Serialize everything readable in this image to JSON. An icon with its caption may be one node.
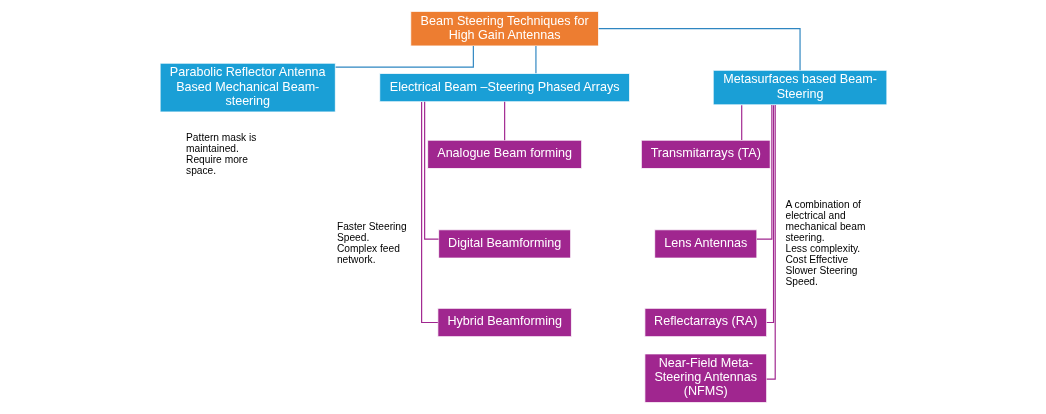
{
  "diagram": {
    "nodes": [
      {
        "text": [
          "Beam Steering Techniques for High Gain Antennas"
        ]
      },
      {
        "text": [
          "Parabolic Reflector Antenna Based Mechanical Beam-steering"
        ],
        "beside": [
          "Pattern mask is maintained.",
          "Require more space."
        ]
      },
      {
        "text": [
          "Electrical Beam –Steering Phased Arrays"
        ],
        "beside": [
          "Faster Steering Speed.",
          "Complex feed network."
        ]
      },
      {
        "text": [
          "Metasurfaces based Beam-Steering"
        ],
        "beside": [
          "A combination of electrical and mechanical beam steering.",
          "Less complexity.",
          "Cost Effective",
          "Slower Steering Speed."
        ]
      },
      {
        "text": [
          "Analogue Beam forming"
        ]
      },
      {
        "text": [
          "Digital Beamforming"
        ]
      },
      {
        "text": [
          "Hybrid Beamforming"
        ]
      },
      {
        "text": [
          "Transmitarrays (TA)"
        ]
      },
      {
        "text": [
          "Lens Antennas"
        ]
      },
      {
        "text": [
          "Reflectarrays (RA)"
        ]
      },
      {
        "text": [
          "Near-Field Meta-Steering Antennas (NFMS)"
        ]
      }
    ],
    "edges": [
      {
        "from": 0,
        "to": 1,
        "arrow": "none",
        "color": "#2e86c1"
      },
      {
        "from": 0,
        "to": 2,
        "arrow": "none",
        "color": "#2e86c1"
      },
      {
        "from": 0,
        "to": 3,
        "arrow": "none",
        "color": "#2e86c1"
      },
      {
        "from": 2,
        "to": 4,
        "arrow": "none"
      },
      {
        "from": 2,
        "to": 5,
        "arrow": "none"
      },
      {
        "from": 2,
        "to": 6,
        "arrow": "none"
      },
      {
        "from": 3,
        "to": 7,
        "arrow": "none"
      },
      {
        "from": 3,
        "to": 8,
        "arrow": "none"
      },
      {
        "from": 3,
        "to": 9,
        "arrow": "none"
      },
      {
        "from": 3,
        "to": 10,
        "arrow": "none"
      }
    ]
  }
}
